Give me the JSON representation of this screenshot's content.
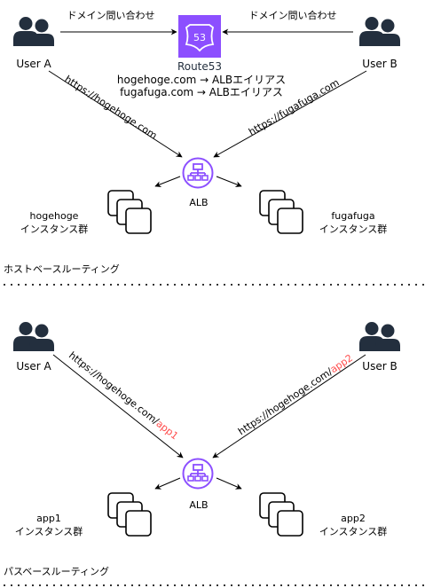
{
  "colors": {
    "person": "#232F3E",
    "aws_purple": "#8C4FFF",
    "route53_bg": "#8C4FFF",
    "highlight_red": "#FF4B4B",
    "line": "#000000",
    "separator": "#333333"
  },
  "host_routing": {
    "section_label": "ホストベースルーティング",
    "user_a": {
      "label": "User A",
      "icon": "users-icon"
    },
    "user_b": {
      "label": "User B",
      "icon": "users-icon"
    },
    "route53": {
      "label": "Route53",
      "icon_text": "53",
      "icon": "route53-icon"
    },
    "query_left": "ドメイン問い合わせ",
    "query_right": "ドメイン問い合わせ",
    "alias_rules": [
      "hogehoge.com → ALBエイリアス",
      "fugafuga.com → ALBエイリアス"
    ],
    "url_left": "https://hogehoge.com",
    "url_right": "https://fugafuga.com",
    "alb": {
      "label": "ALB",
      "icon": "alb-icon"
    },
    "group_left": {
      "line1": "hogehoge",
      "line2": "インスタンス群",
      "icon": "instances-icon"
    },
    "group_right": {
      "line1": "fugafuga",
      "line2": "インスタンス群",
      "icon": "instances-icon"
    }
  },
  "path_routing": {
    "section_label": "パスベースルーティング",
    "user_a": {
      "label": "User A",
      "icon": "users-icon"
    },
    "user_b": {
      "label": "User B",
      "icon": "users-icon"
    },
    "url_left_base": "https://hogehoge.com/",
    "url_left_path": "app1",
    "url_right_base": "https://hogehoge.com/",
    "url_right_path": "app2",
    "alb": {
      "label": "ALB",
      "icon": "alb-icon"
    },
    "group_left": {
      "line1": "app1",
      "line2": "インスタンス群",
      "icon": "instances-icon"
    },
    "group_right": {
      "line1": "app2",
      "line2": "インスタンス群",
      "icon": "instances-icon"
    }
  }
}
